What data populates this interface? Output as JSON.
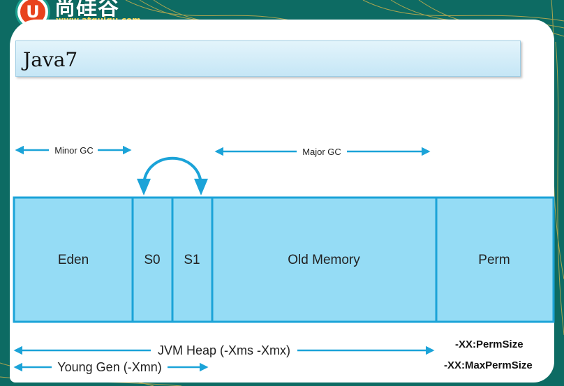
{
  "logo": {
    "letter": "U",
    "brand": "尚硅谷",
    "url": "www.atguigu.com"
  },
  "title": "Java7",
  "arrows": {
    "minor_gc": "Minor GC",
    "major_gc": "Major GC",
    "jvm_heap": "JVM Heap (-Xms -Xmx)",
    "young_gen": "Young Gen (-Xmn)"
  },
  "regions": [
    {
      "key": "eden",
      "label": "Eden"
    },
    {
      "key": "s0",
      "label": "S0"
    },
    {
      "key": "s1",
      "label": "S1"
    },
    {
      "key": "old",
      "label": "Old Memory"
    },
    {
      "key": "perm",
      "label": "Perm"
    }
  ],
  "perm_options": {
    "perm_size": "-XX:PermSize",
    "max_perm_size": "-XX:MaxPermSize"
  },
  "colors": {
    "region_fill": "#95dcf5",
    "region_border": "#1ba3d8",
    "arrow": "#1ba3d8"
  }
}
